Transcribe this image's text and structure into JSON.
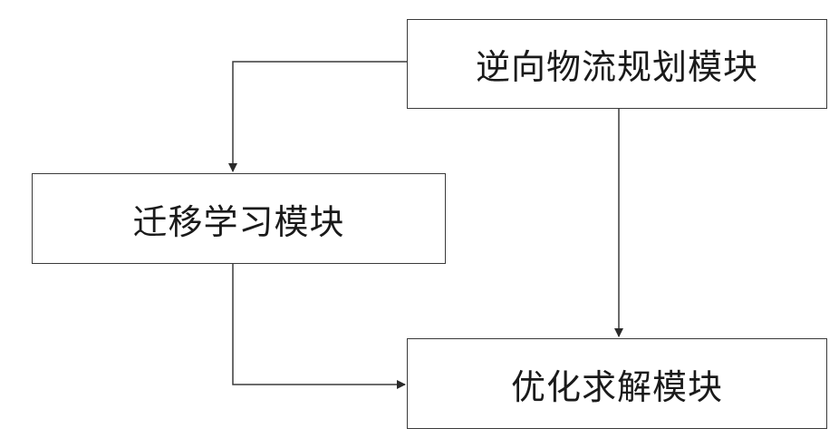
{
  "diagram": {
    "modules": {
      "reverse_logistics": {
        "label": "逆向物流规划模块"
      },
      "transfer_learning": {
        "label": "迁移学习模块"
      },
      "optimization": {
        "label": "优化求解模块"
      }
    },
    "edges": [
      {
        "from": "reverse_logistics",
        "to": "transfer_learning"
      },
      {
        "from": "reverse_logistics",
        "to": "optimization"
      },
      {
        "from": "transfer_learning",
        "to": "optimization"
      }
    ],
    "colors": {
      "line": "#3a3a3a",
      "box_border": "#3a3a3a",
      "background": "#ffffff"
    }
  }
}
